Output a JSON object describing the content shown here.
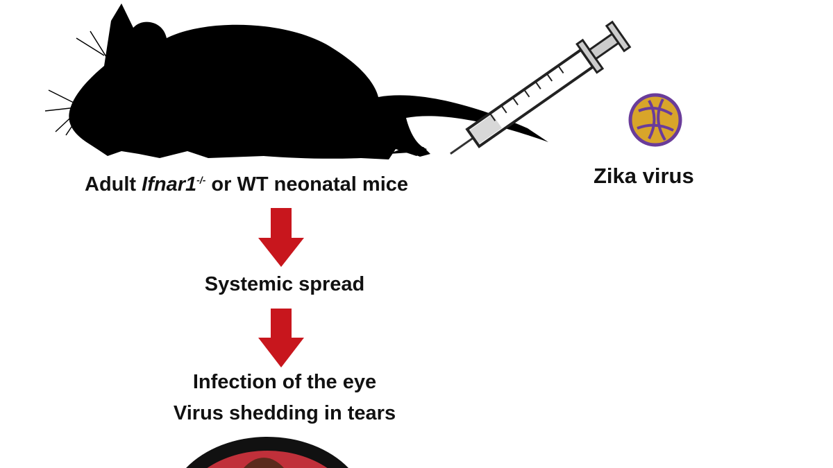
{
  "mouse_label": {
    "prefix": "Adult ",
    "gene": "Ifnar1",
    "superscript": "-/-",
    "suffix": " or WT neonatal mice"
  },
  "virus_label": "Zika virus",
  "step1": "Systemic spread",
  "step2_line1": "Infection of the eye",
  "step2_line2": "Virus shedding in tears",
  "colors": {
    "arrow": "#c8161d",
    "mouse": "#000000",
    "eye_rim": "#111111",
    "eye_inner": "#c0303a",
    "iris": "#5a2a1c"
  }
}
